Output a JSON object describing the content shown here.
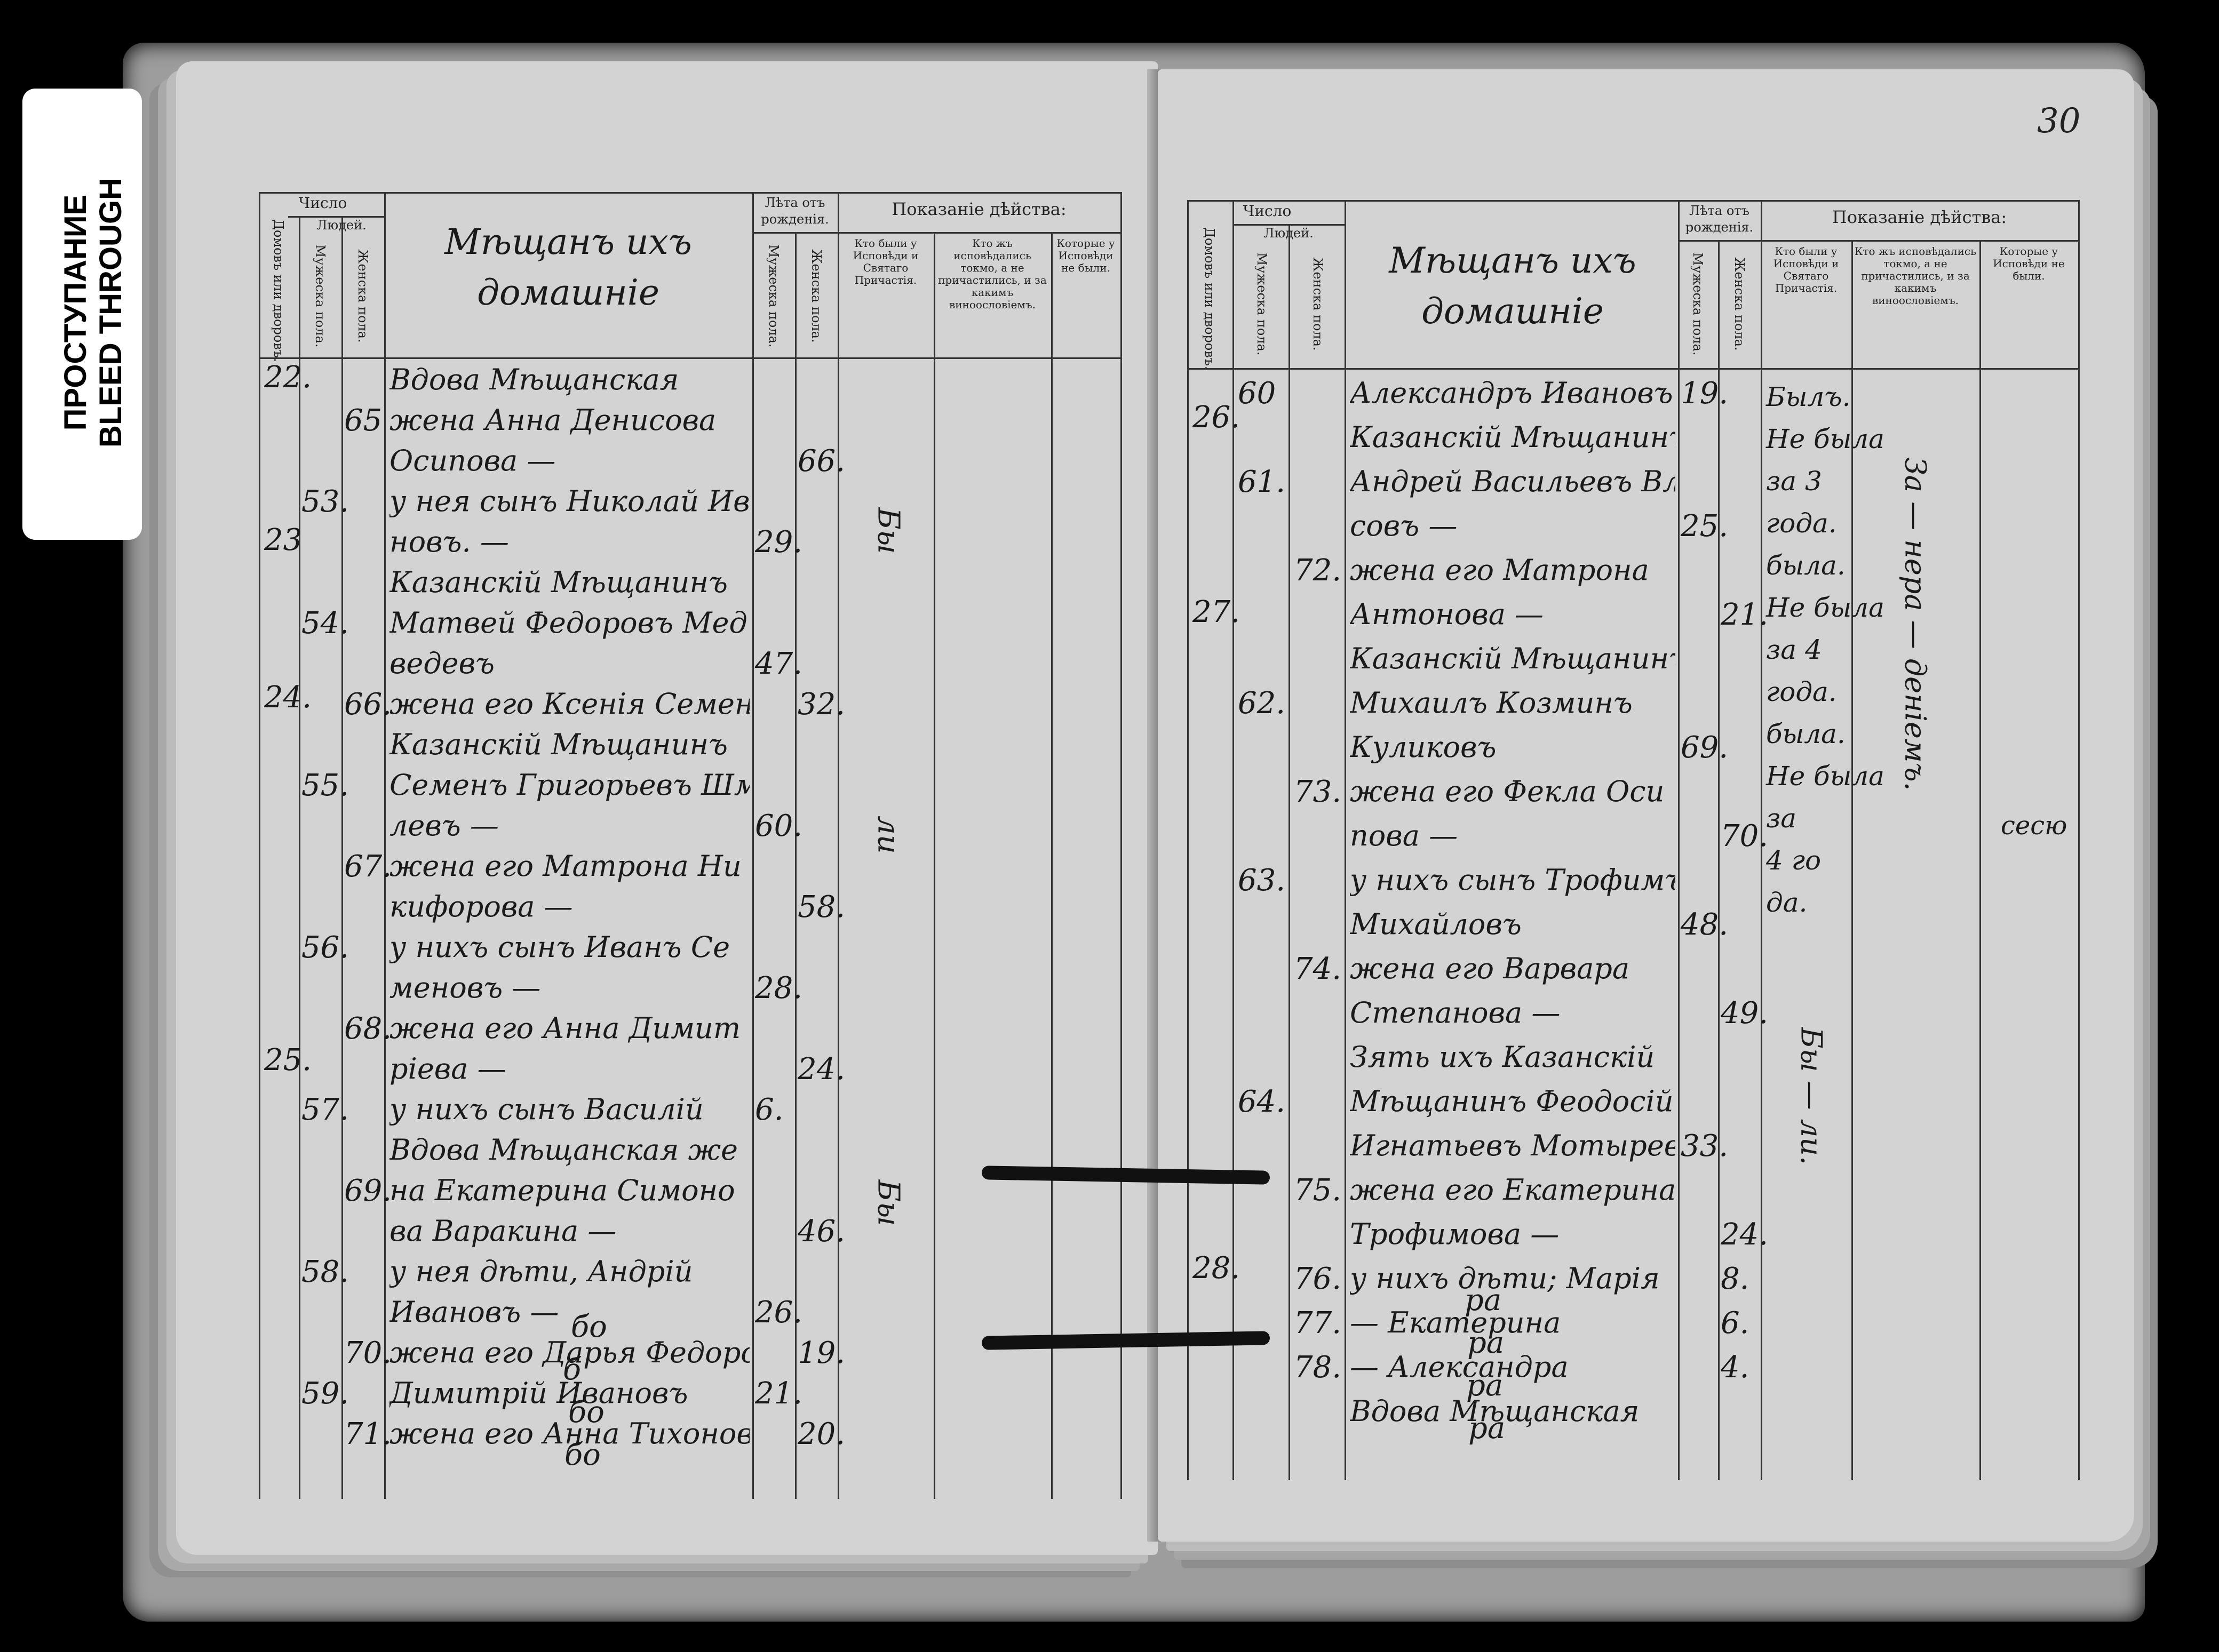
{
  "label": {
    "line1": "ПРОСТУПАНИЕ",
    "line2": "BLEED THROUGH"
  },
  "folio": "30",
  "left_page": {
    "header": {
      "chislo": "Число",
      "lyudei": "Людей.",
      "dvorov": "Домовъ или дворовъ.",
      "muzh": "Мужеска пола.",
      "zhen": "Женска пола.",
      "title_line1": "Мѣщанъ ихъ",
      "title_line2": "домашніе",
      "leta": "Лѣта отъ рожденія.",
      "leta_muzh": "Мужеска пола.",
      "leta_zhen": "Женска пола.",
      "pokazanie": "Показаніе дѣйства:",
      "col_byli": "Кто были у Исповѣди и Святаго Причастія.",
      "col_shkom": "Кто жъ исповѣдались токмо, а не причастились, и за какимъ виноословіемъ.",
      "col_ne_byli": "Которые у Исповѣди не были."
    },
    "household_numbers": [
      "22.",
      "23",
      "24.",
      "25."
    ],
    "rows": [
      {
        "m": "",
        "f": "",
        "text": "Вдова Мѣщанская",
        "am": "",
        "af": ""
      },
      {
        "m": "",
        "f": "65",
        "text": "жена Анна Денисова",
        "am": "",
        "af": ""
      },
      {
        "m": "",
        "f": "",
        "text": "Осипова —",
        "am": "",
        "af": "66."
      },
      {
        "m": "53.",
        "f": "",
        "text": "у нея сынъ Николай Ива",
        "am": "",
        "af": ""
      },
      {
        "m": "",
        "f": "",
        "text": "новъ. —",
        "am": "29.",
        "af": ""
      },
      {
        "m": "",
        "f": "",
        "text": "Казанскій Мѣщанинъ",
        "am": "",
        "af": ""
      },
      {
        "m": "54.",
        "f": "",
        "text": "Матвей Федоровъ Мед",
        "am": "",
        "af": ""
      },
      {
        "m": "",
        "f": "",
        "text": "ведевъ",
        "am": "47.",
        "af": ""
      },
      {
        "m": "",
        "f": "66.",
        "text": "жена его Ксенія Семенова",
        "am": "",
        "af": "32."
      },
      {
        "m": "",
        "f": "",
        "text": "Казанскій Мѣщанинъ",
        "am": "",
        "af": ""
      },
      {
        "m": "55.",
        "f": "",
        "text": "Семенъ Григорьевъ Шме",
        "am": "",
        "af": ""
      },
      {
        "m": "",
        "f": "",
        "text": "левъ —",
        "am": "60.",
        "af": ""
      },
      {
        "m": "",
        "f": "67.",
        "text": "жена его Матрона Ни",
        "am": "",
        "af": ""
      },
      {
        "m": "",
        "f": "",
        "text": "кифорова —",
        "am": "",
        "af": "58."
      },
      {
        "m": "56.",
        "f": "",
        "text": "у нихъ сынъ Иванъ Се",
        "am": "",
        "af": ""
      },
      {
        "m": "",
        "f": "",
        "text": "меновъ —",
        "am": "28.",
        "af": ""
      },
      {
        "m": "",
        "f": "68.",
        "text": "жена его Анна Димит",
        "am": "",
        "af": ""
      },
      {
        "m": "",
        "f": "",
        "text": "ріева —",
        "am": "",
        "af": "24."
      },
      {
        "m": "57.",
        "f": "",
        "text": "у нихъ сынъ Василій",
        "am": "6.",
        "af": ""
      },
      {
        "m": "",
        "f": "",
        "text": "Вдова Мѣщанская же",
        "am": "",
        "af": ""
      },
      {
        "m": "",
        "f": "69.",
        "text": "на Екатерина Симоно",
        "am": "",
        "af": ""
      },
      {
        "m": "",
        "f": "",
        "text": "ва Варакина —",
        "am": "",
        "af": "46."
      },
      {
        "m": "58.",
        "f": "",
        "text": "у нея дѣти, Андрій",
        "am": "",
        "af": ""
      },
      {
        "m": "",
        "f": "",
        "text": "Ивановъ —",
        "am": "26.",
        "af": ""
      },
      {
        "m": "",
        "f": "70.",
        "text": "жена его Дарья Федорова",
        "am": "",
        "af": "19."
      },
      {
        "m": "59.",
        "f": "",
        "text": "Димитрій Ивановъ",
        "am": "21.",
        "af": ""
      },
      {
        "m": "",
        "f": "71.",
        "text": "жена его Анна Тихонова",
        "am": "",
        "af": "20."
      }
    ],
    "status_vertical": [
      "Бы",
      "ли"
    ],
    "status_bottom": "Бы",
    "scribbles": [
      "бо",
      "б",
      "бо",
      "бо"
    ]
  },
  "right_page": {
    "header": {
      "chislo": "Число",
      "lyudei": "Людей.",
      "dvorov": "Домовъ или дворовъ.",
      "muzh": "Мужеска пола.",
      "zhen": "Женска пола.",
      "title_line1": "Мѣщанъ ихъ",
      "title_line2": "домашніе",
      "leta": "Лѣта отъ рожденія.",
      "leta_muzh": "Мужеска пола.",
      "leta_zhen": "Женска пола.",
      "pokazanie": "Показаніе дѣйства:",
      "col_byli": "Кто были у Исповѣди и Святаго Причастія.",
      "col_shkom": "Кто жъ исповѣдались токмо, а не причастились, и за какимъ виноословіемъ.",
      "col_ne_byli": "Которые у Исповѣди не были."
    },
    "household_numbers": [
      "26.",
      "27.",
      "28."
    ],
    "rows": [
      {
        "m": "60",
        "f": "",
        "text": "Александръ Ивановъ",
        "am": "19.",
        "af": ""
      },
      {
        "m": "",
        "f": "",
        "text": "Казанскій Мѣщанинъ",
        "am": "",
        "af": ""
      },
      {
        "m": "61.",
        "f": "",
        "text": "Андрей Васильевъ Вла",
        "am": "",
        "af": ""
      },
      {
        "m": "",
        "f": "",
        "text": "совъ —",
        "am": "25.",
        "af": ""
      },
      {
        "m": "",
        "f": "72.",
        "text": "жена его Матрона",
        "am": "",
        "af": ""
      },
      {
        "m": "",
        "f": "",
        "text": "Антонова —",
        "am": "",
        "af": "21."
      },
      {
        "m": "",
        "f": "",
        "text": "Казанскій Мѣщанинъ",
        "am": "",
        "af": ""
      },
      {
        "m": "62.",
        "f": "",
        "text": "Михаилъ Козминъ",
        "am": "",
        "af": ""
      },
      {
        "m": "",
        "f": "",
        "text": "Куликовъ",
        "am": "69.",
        "af": ""
      },
      {
        "m": "",
        "f": "73.",
        "text": "жена его Фекла Оси",
        "am": "",
        "af": ""
      },
      {
        "m": "",
        "f": "",
        "text": "пова —",
        "am": "",
        "af": "70."
      },
      {
        "m": "63.",
        "f": "",
        "text": "у нихъ сынъ Трофимъ",
        "am": "",
        "af": ""
      },
      {
        "m": "",
        "f": "",
        "text": "Михайловъ",
        "am": "48.",
        "af": ""
      },
      {
        "m": "",
        "f": "74.",
        "text": "жена его Варвара",
        "am": "",
        "af": ""
      },
      {
        "m": "",
        "f": "",
        "text": "Степанова —",
        "am": "",
        "af": "49."
      },
      {
        "m": "",
        "f": "",
        "text": "Зять ихъ Казанскій",
        "am": "",
        "af": ""
      },
      {
        "m": "64.",
        "f": "",
        "text": "Мѣщанинъ Феодосій",
        "am": "",
        "af": ""
      },
      {
        "m": "",
        "f": "",
        "text": "Игнатьевъ Мотыревъ",
        "am": "33.",
        "af": ""
      },
      {
        "m": "",
        "f": "75.",
        "text": "жена его Екатерина",
        "am": "",
        "af": ""
      },
      {
        "m": "",
        "f": "",
        "text": "Трофимова —",
        "am": "",
        "af": "24."
      },
      {
        "m": "",
        "f": "76.",
        "text": "у нихъ дѣти; Марія",
        "am": "",
        "af": "8."
      },
      {
        "m": "",
        "f": "77.",
        "text": "— Екатерина",
        "am": "",
        "af": "6."
      },
      {
        "m": "",
        "f": "78.",
        "text": "— Александра",
        "am": "",
        "af": "4."
      },
      {
        "m": "",
        "f": "",
        "text": "Вдова Мѣщанская",
        "am": "",
        "af": ""
      }
    ],
    "status_byli": [
      "Былъ.",
      "Не была",
      "за 3",
      "года.",
      "была.",
      "Не была",
      "за 4",
      "года.",
      "была.",
      "Не была",
      "за",
      "4 го",
      "да."
    ],
    "status_vertical_col2": [
      "За — нера — деніемъ."
    ],
    "status_vertical_bottom": [
      "Бы — ли."
    ],
    "scribbles": [
      "ра",
      "ра",
      "ра",
      "ра"
    ],
    "margin_note": "сесю"
  }
}
